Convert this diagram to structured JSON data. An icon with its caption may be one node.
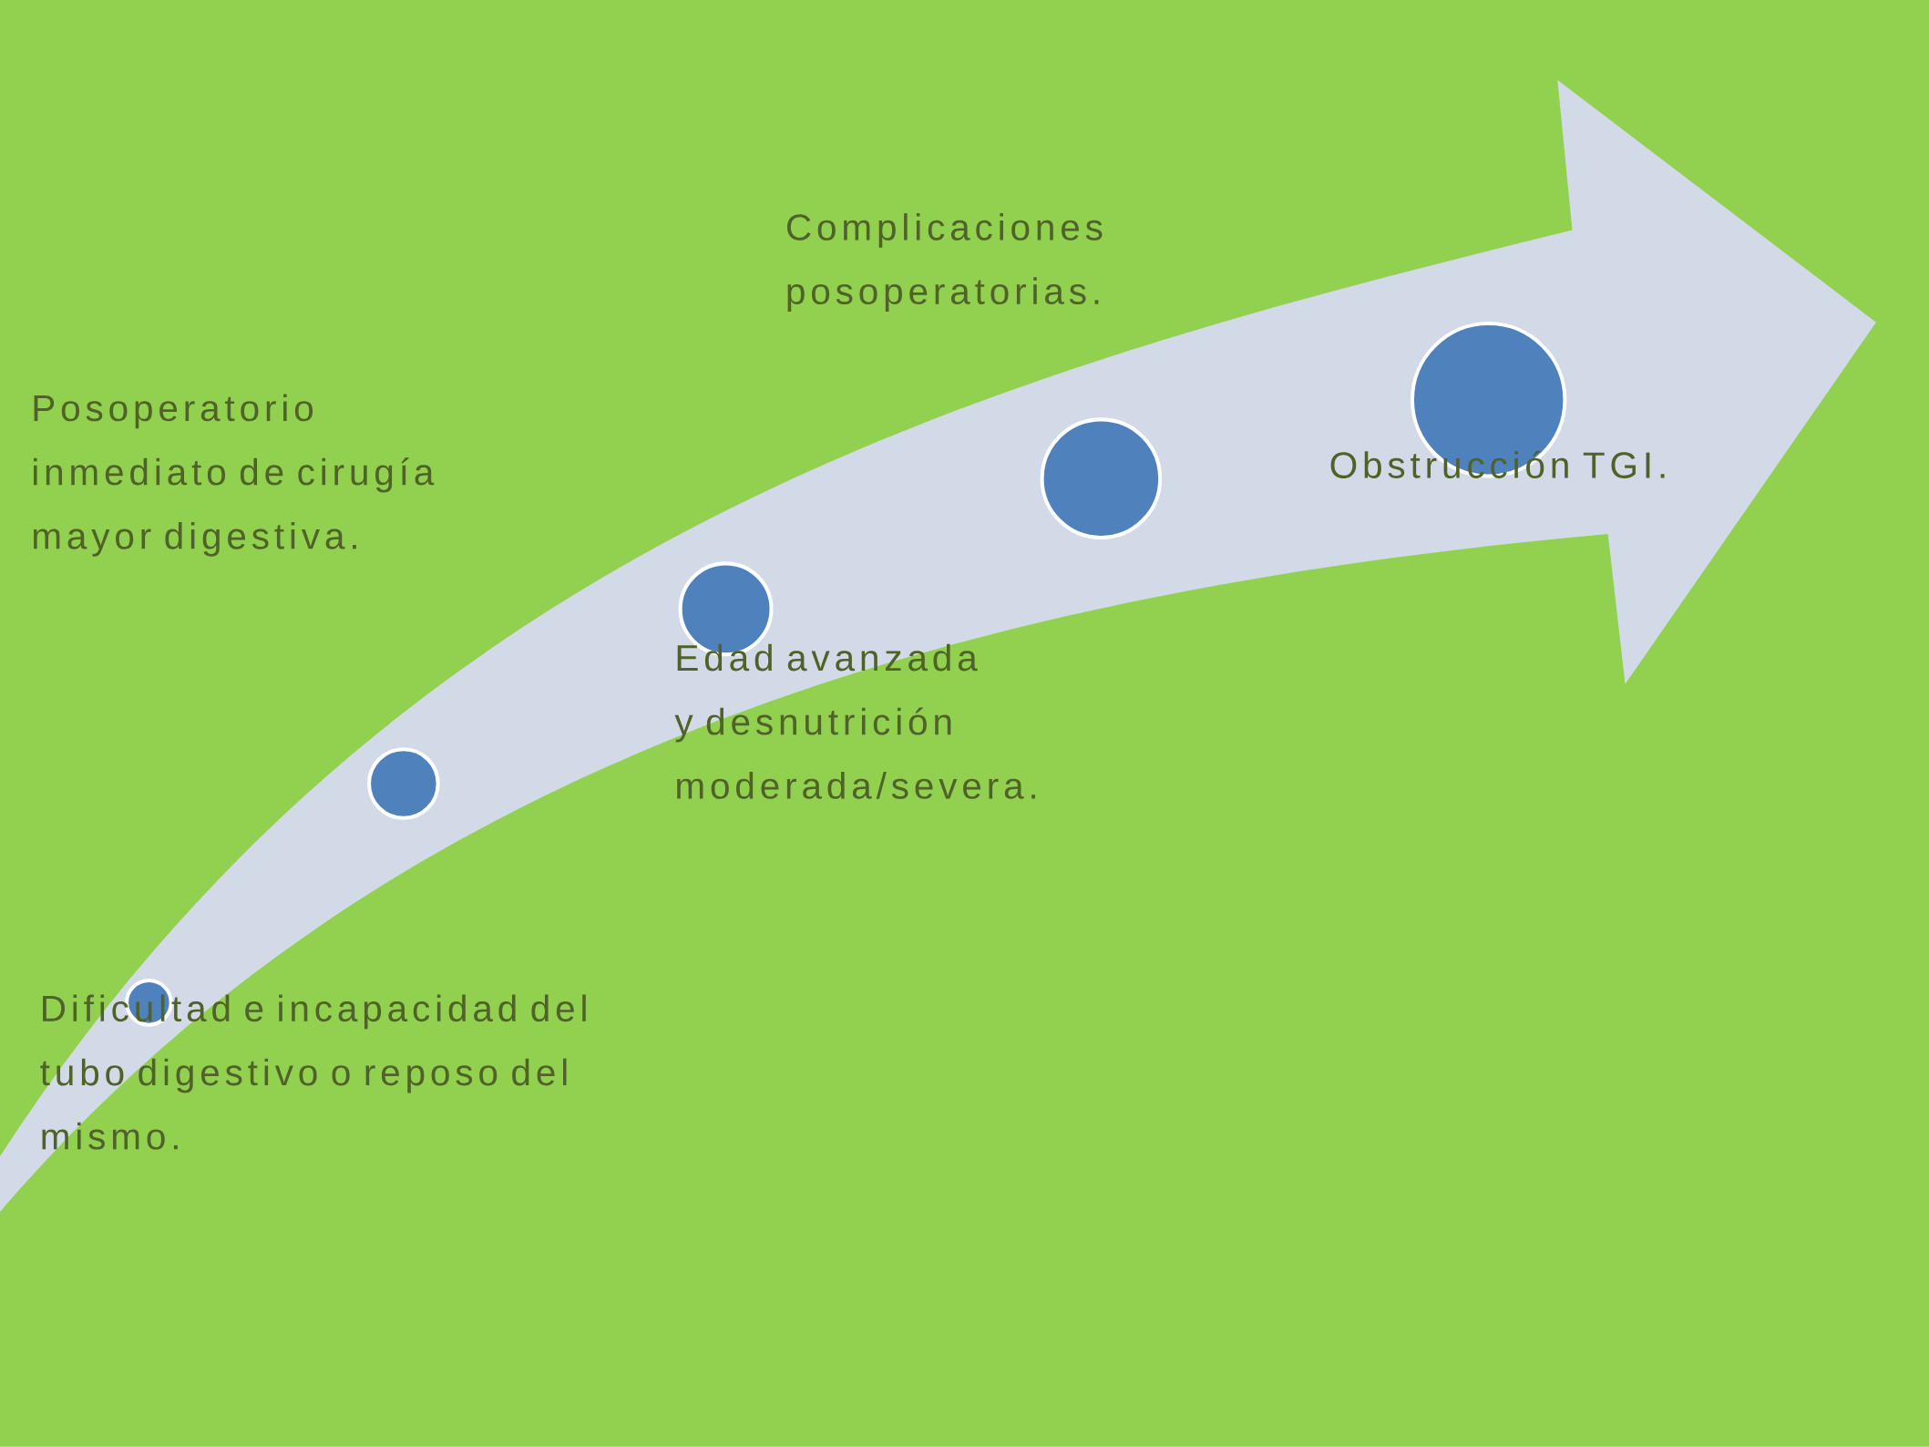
{
  "diagram": {
    "nodes": [
      {
        "text": [],
        "shape": "circle"
      },
      {
        "text": [],
        "shape": "circle"
      },
      {
        "text": [],
        "shape": "circle"
      },
      {
        "text": [],
        "shape": "circle"
      },
      {
        "text": [],
        "shape": "circle"
      }
    ],
    "labels": [
      "Complicaciones posoperatorias.",
      "Posoperatorio inmediato de cirugía mayor digestiva.",
      "Obstrucción TGI.",
      "Edad avanzada y desnutrición moderada/severa.",
      "Dificultad e incapacidad del tubo digestivo o reposo del mismo."
    ]
  }
}
